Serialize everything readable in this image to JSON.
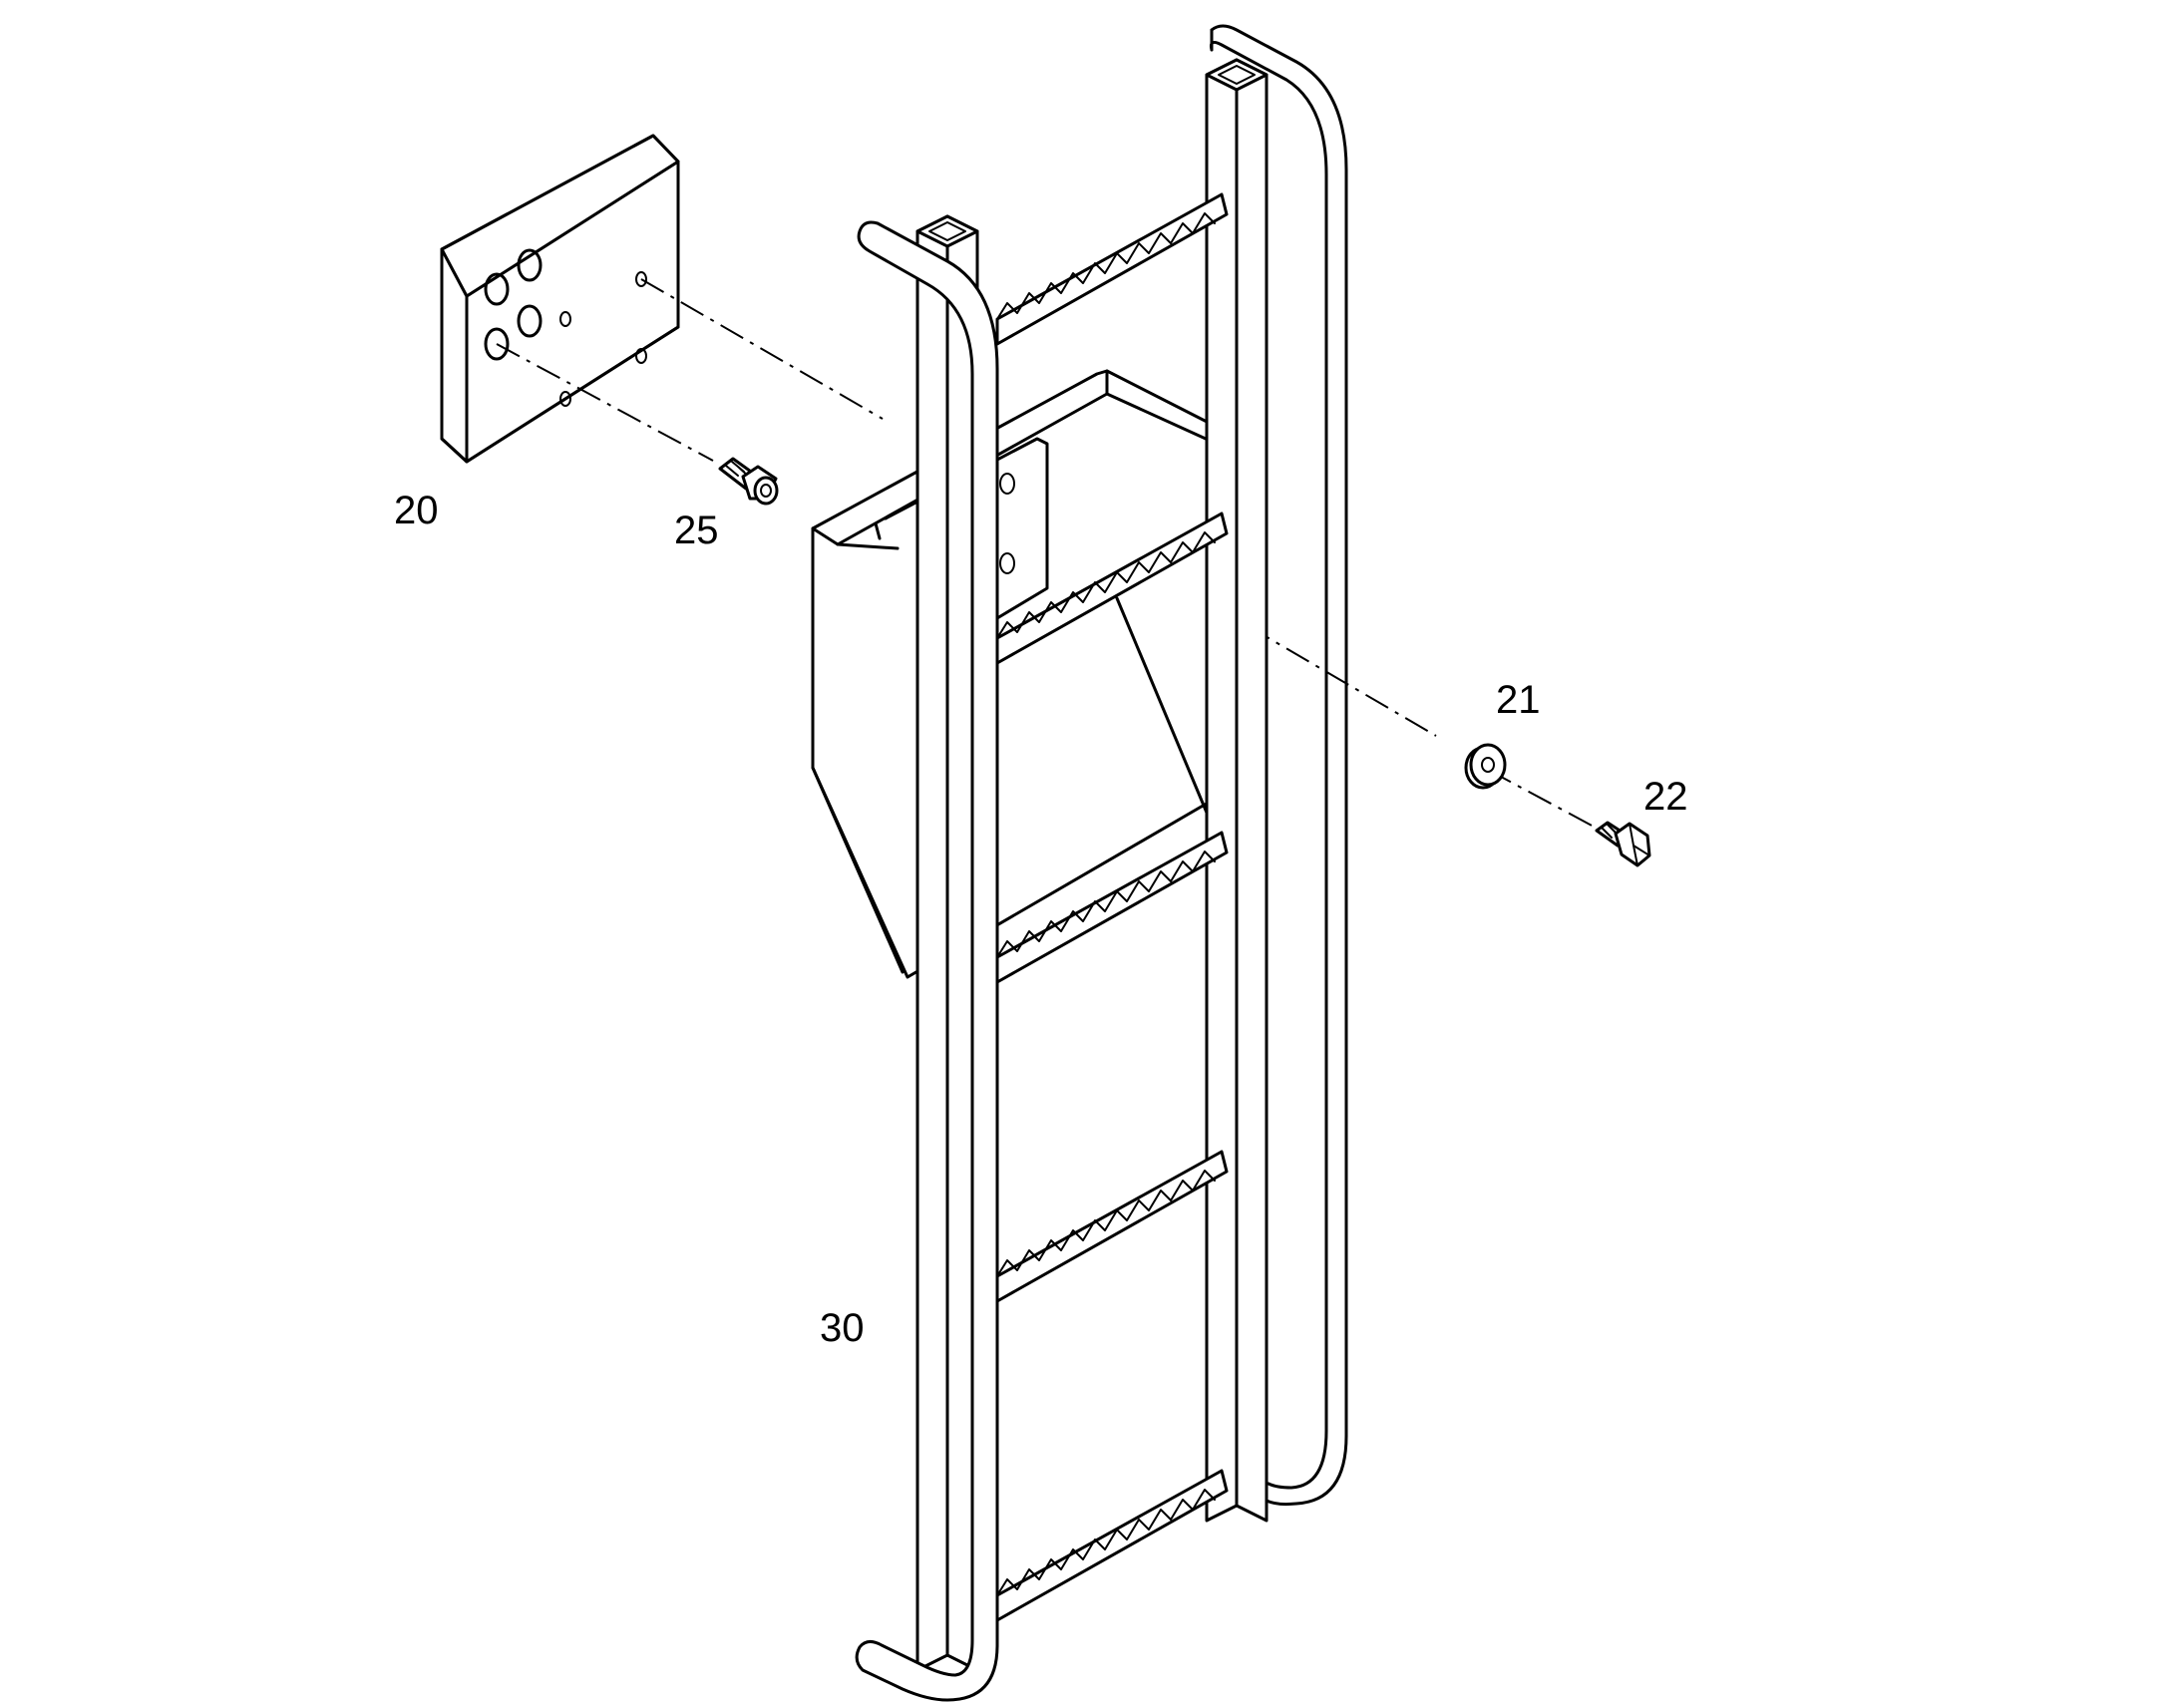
{
  "diagram": {
    "callouts": {
      "p20": "20",
      "p21": "21",
      "p22": "22",
      "p25": "25",
      "p30": "30"
    }
  }
}
